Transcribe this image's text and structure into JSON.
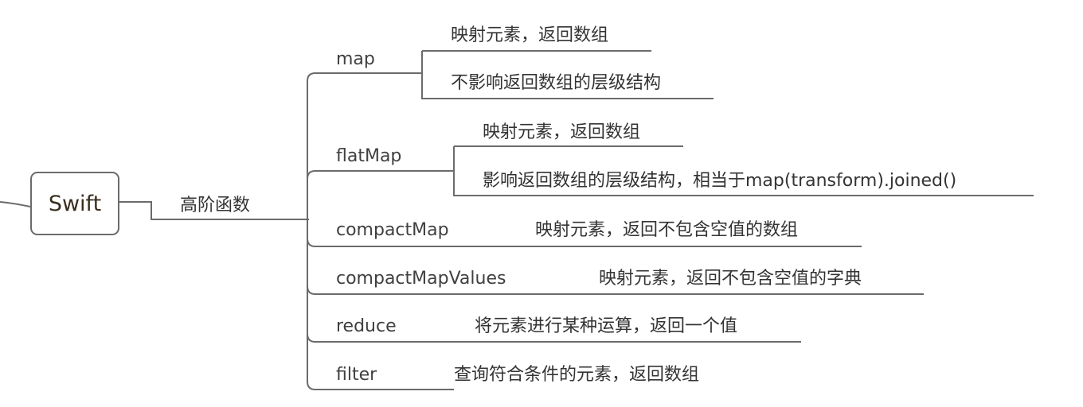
{
  "root": {
    "label": "Swift"
  },
  "branch": {
    "label": "高阶函数"
  },
  "children": [
    {
      "name": "map",
      "notes": [
        "映射元素，返回数组",
        "不影响返回数组的层级结构"
      ]
    },
    {
      "name": "flatMap",
      "notes": [
        "映射元素，返回数组",
        "影响返回数组的层级结构，相当于map(transform).joined()"
      ]
    },
    {
      "name": "compactMap",
      "notes": [
        "映射元素，返回不包含空值的数组"
      ]
    },
    {
      "name": "compactMapValues",
      "notes": [
        "映射元素，返回不包含空值的字典"
      ]
    },
    {
      "name": "reduce",
      "notes": [
        "将元素进行某种运算，返回一个值"
      ]
    },
    {
      "name": "filter",
      "notes": [
        "查询符合条件的元素，返回数组"
      ]
    }
  ],
  "colors": {
    "line": "#6b6b6b",
    "text": "#333333",
    "root_text": "#3a2e1f"
  }
}
